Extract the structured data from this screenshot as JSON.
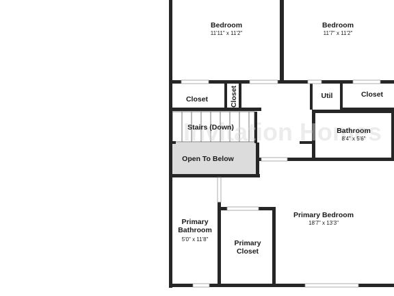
{
  "watermark": "Invitation Homes",
  "rooms": [
    {
      "id": "bedroom-1",
      "name": "Bedroom",
      "dims": "11'11\" x 11'2\""
    },
    {
      "id": "bedroom-2",
      "name": "Bedroom",
      "dims": "11'7\" x 11'2\""
    },
    {
      "id": "closet-1",
      "name": "Closet",
      "dims": ""
    },
    {
      "id": "closet-2",
      "name": "Closet",
      "dims": ""
    },
    {
      "id": "util",
      "name": "Util",
      "dims": ""
    },
    {
      "id": "closet-3",
      "name": "Closet",
      "dims": ""
    },
    {
      "id": "stairs",
      "name": "Stairs (Down)",
      "dims": ""
    },
    {
      "id": "bathroom",
      "name": "Bathroom",
      "dims": "8'4\" x 5'6\""
    },
    {
      "id": "open-to-below",
      "name": "Open To Below",
      "dims": ""
    },
    {
      "id": "primary-bathroom",
      "name": "Primary\nBathroom",
      "dims": "5'0\" x 11'8\""
    },
    {
      "id": "primary-closet",
      "name": "Primary\nCloset",
      "dims": ""
    },
    {
      "id": "primary-bedroom",
      "name": "Primary Bedroom",
      "dims": "18'7\" x 13'3\""
    }
  ]
}
